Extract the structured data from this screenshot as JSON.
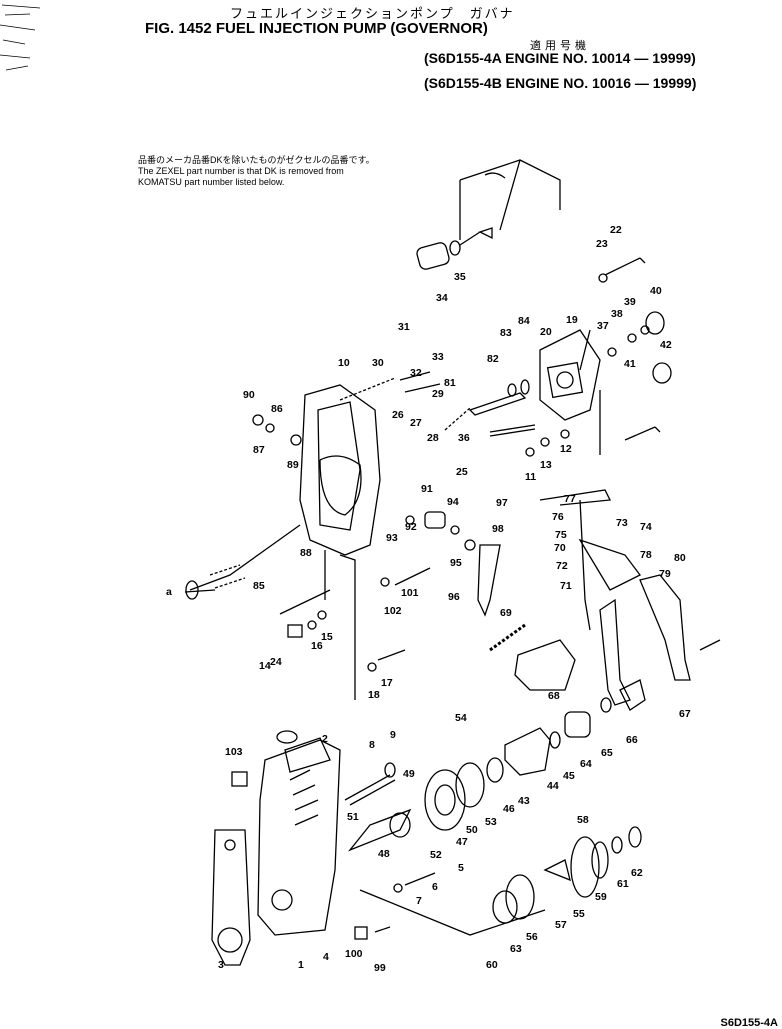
{
  "header": {
    "jp_title": "フュエルインジェクションポンプ　ガバナ",
    "fig_title": "FIG. 1452  FUEL INJECTION PUMP (GOVERNOR)",
    "applicability_label": "適用号機",
    "engine_lines": [
      "(S6D155-4A  ENGINE NO. 10014 — 19999)",
      "(S6D155-4B  ENGINE NO. 10016 — 19999)"
    ]
  },
  "note": {
    "jp": "品番のメーカ品番DKを除いたものがゼクセルの品番です。",
    "en1": "The ZEXEL part number is that DK is removed from",
    "en2": "KOMATSU part number listed below."
  },
  "callouts": [
    "1",
    "2",
    "3",
    "4",
    "5",
    "6",
    "7",
    "8",
    "9",
    "10",
    "11",
    "12",
    "13",
    "14",
    "15",
    "16",
    "17",
    "18",
    "19",
    "20",
    "22",
    "23",
    "24",
    "25",
    "26",
    "27",
    "28",
    "29",
    "30",
    "31",
    "32",
    "33",
    "34",
    "35",
    "36",
    "37",
    "38",
    "39",
    "40",
    "41",
    "42",
    "43",
    "44",
    "45",
    "46",
    "47",
    "48",
    "49",
    "50",
    "51",
    "52",
    "53",
    "54",
    "55",
    "56",
    "57",
    "58",
    "59",
    "60",
    "61",
    "62",
    "63",
    "64",
    "65",
    "66",
    "67",
    "68",
    "69",
    "70",
    "71",
    "72",
    "73",
    "74",
    "75",
    "76",
    "77",
    "78",
    "79",
    "80",
    "81",
    "82",
    "83",
    "84",
    "85",
    "86",
    "87",
    "88",
    "89",
    "90",
    "91",
    "92",
    "93",
    "94",
    "95",
    "96",
    "97",
    "98",
    "99",
    "100",
    "101",
    "102",
    "103",
    "a",
    "a"
  ],
  "footer": "S6D155-4A"
}
